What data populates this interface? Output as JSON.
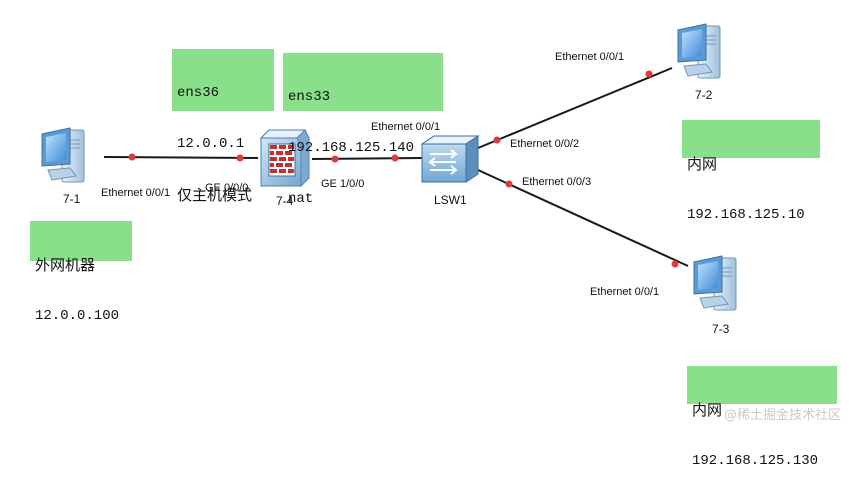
{
  "devices": {
    "pc71": {
      "label": "7-1"
    },
    "fw74": {
      "label": "7-4"
    },
    "sw": {
      "label": "LSW1"
    },
    "pc72": {
      "label": "7-2"
    },
    "pc73": {
      "label": "7-3"
    }
  },
  "ports": {
    "pc71_port": "Ethernet 0/0/1",
    "fw_ge000": "GE 0/0/0",
    "fw_ge100": "GE 1/0/0",
    "sw_port1": "Ethernet 0/0/1",
    "sw_port2": "Ethernet 0/0/2",
    "sw_port3": "Ethernet 0/0/3",
    "pc72_port": "Ethernet 0/0/1",
    "pc73_port": "Ethernet 0/0/1"
  },
  "notes": {
    "ens36": {
      "line1": "ens36",
      "line2": "12.0.0.1",
      "line3": "仅主机模式"
    },
    "ens33": {
      "line1": "ens33",
      "line2": "192.168.125.140",
      "line3": "nat"
    },
    "outer": {
      "line1": "外网机器",
      "line2": "12.0.0.100"
    },
    "inner1": {
      "line1": "内网",
      "line2": "192.168.125.10"
    },
    "inner2": {
      "line1": "内网",
      "line2": "192.168.125.130"
    }
  },
  "watermark": "@稀土掘金技术社区",
  "colors": {
    "note_bg": "#8ae08a",
    "port_dot": "#e0393a",
    "link": "#1a1a1a"
  }
}
